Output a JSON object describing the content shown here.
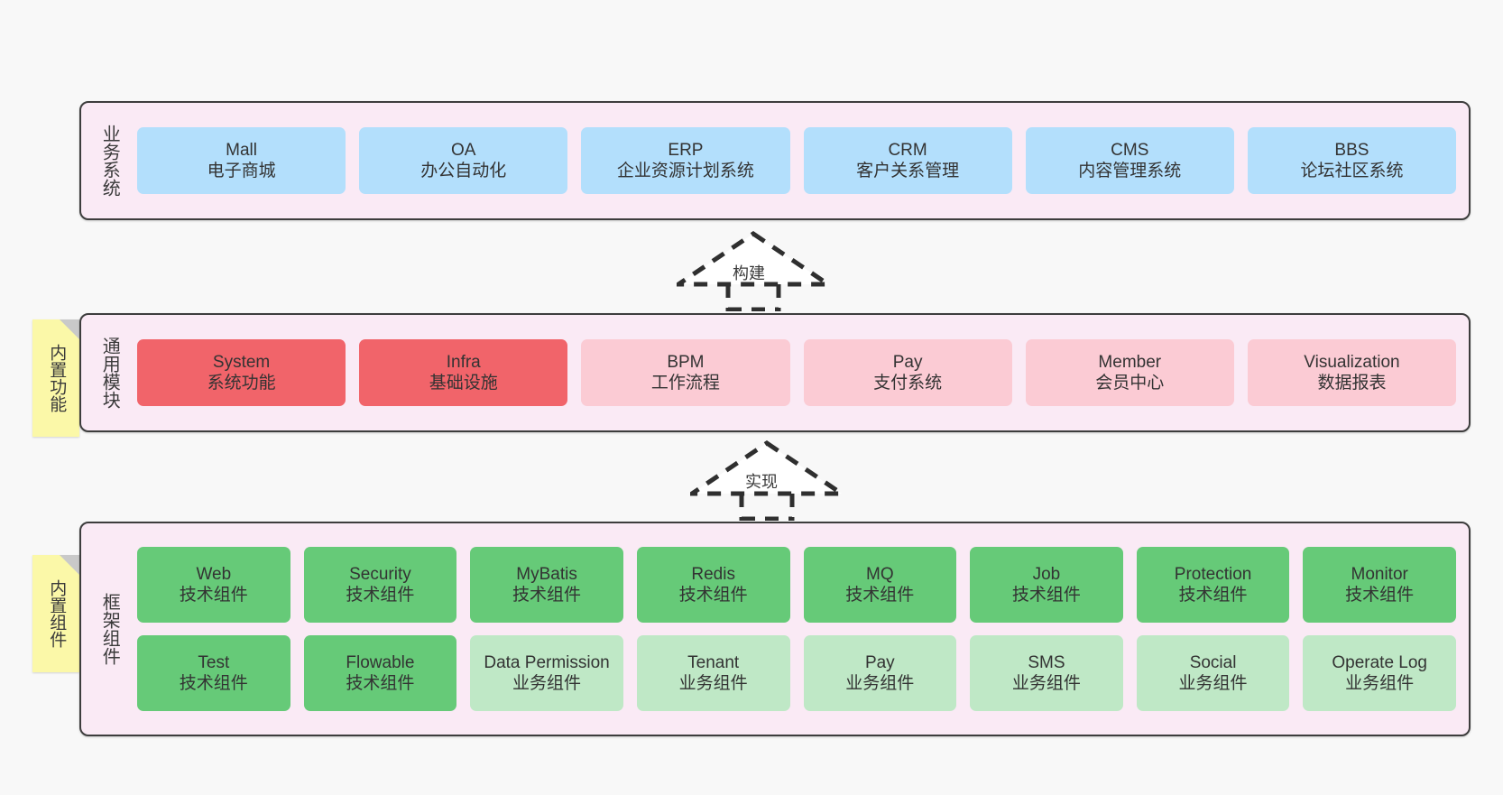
{
  "diagram": {
    "background_color": "#f8f8f8",
    "layer_fill": "#faeaf5",
    "layer_border": "#3d3d3d",
    "sticky_color": "#fbf8a8",
    "colors": {
      "blue": "#b3dffc",
      "red": "#f1646a",
      "pink": "#fbcbd4",
      "green": "#66ca78",
      "light_green": "#bfe8c6"
    }
  },
  "layers": {
    "business": {
      "title": "业务系统",
      "rows": [
        [
          {
            "name": "Mall",
            "desc": "电子商城",
            "color": "blue"
          },
          {
            "name": "OA",
            "desc": "办公自动化",
            "color": "blue"
          },
          {
            "name": "ERP",
            "desc": "企业资源计划系统",
            "color": "blue"
          },
          {
            "name": "CRM",
            "desc": "客户关系管理",
            "color": "blue"
          },
          {
            "name": "CMS",
            "desc": "内容管理系统",
            "color": "blue"
          },
          {
            "name": "BBS",
            "desc": "论坛社区系统",
            "color": "blue"
          }
        ]
      ]
    },
    "common": {
      "title": "通用模块",
      "sticky": "内置功能",
      "rows": [
        [
          {
            "name": "System",
            "desc": "系统功能",
            "color": "red"
          },
          {
            "name": "Infra",
            "desc": "基础设施",
            "color": "red"
          },
          {
            "name": "BPM",
            "desc": "工作流程",
            "color": "pink"
          },
          {
            "name": "Pay",
            "desc": "支付系统",
            "color": "pink"
          },
          {
            "name": "Member",
            "desc": "会员中心",
            "color": "pink"
          },
          {
            "name": "Visualization",
            "desc": "数据报表",
            "color": "pink"
          }
        ]
      ]
    },
    "framework": {
      "title": "框架组件",
      "sticky": "内置组件",
      "rows": [
        [
          {
            "name": "Web",
            "desc": "技术组件",
            "color": "green"
          },
          {
            "name": "Security",
            "desc": "技术组件",
            "color": "green"
          },
          {
            "name": "MyBatis",
            "desc": "技术组件",
            "color": "green"
          },
          {
            "name": "Redis",
            "desc": "技术组件",
            "color": "green"
          },
          {
            "name": "MQ",
            "desc": "技术组件",
            "color": "green"
          },
          {
            "name": "Job",
            "desc": "技术组件",
            "color": "green"
          },
          {
            "name": "Protection",
            "desc": "技术组件",
            "color": "green"
          },
          {
            "name": "Monitor",
            "desc": "技术组件",
            "color": "green"
          }
        ],
        [
          {
            "name": "Test",
            "desc": "技术组件",
            "color": "green"
          },
          {
            "name": "Flowable",
            "desc": "技术组件",
            "color": "green"
          },
          {
            "name": "Data Permission",
            "desc": "业务组件",
            "color": "lgreen"
          },
          {
            "name": "Tenant",
            "desc": "业务组件",
            "color": "lgreen"
          },
          {
            "name": "Pay",
            "desc": "业务组件",
            "color": "lgreen"
          },
          {
            "name": "SMS",
            "desc": "业务组件",
            "color": "lgreen"
          },
          {
            "name": "Social",
            "desc": "业务组件",
            "color": "lgreen"
          },
          {
            "name": "Operate Log",
            "desc": "业务组件",
            "color": "lgreen"
          }
        ]
      ]
    }
  },
  "connectors": [
    {
      "id": "build",
      "label": "构建",
      "from": "common",
      "to": "business",
      "style": "dashed-generalization"
    },
    {
      "id": "impl",
      "label": "实现",
      "from": "framework",
      "to": "common",
      "style": "dashed-generalization"
    }
  ]
}
